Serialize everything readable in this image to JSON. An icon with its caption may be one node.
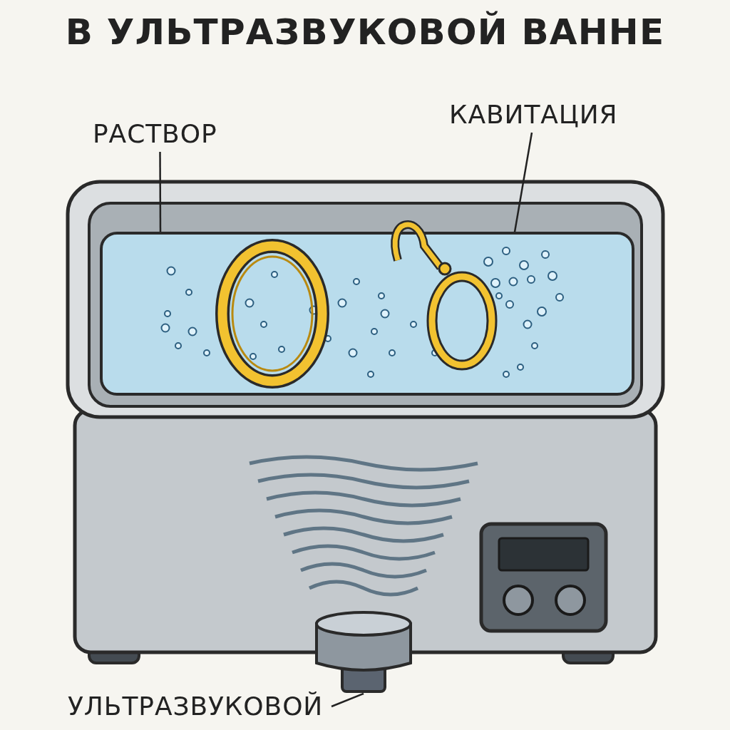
{
  "diagram": {
    "title": "В УЛЬТРАЗВУКОВОЙ ВАННЕ",
    "nodes": [
      {
        "text": [
          "РАСТВОР"
        ]
      },
      {
        "text": [],
        "shape": "picture"
      },
      {
        "text": [
          "КАВИТАЦИЯ"
        ]
      },
      {
        "text": [],
        "shape": "picture",
        "in": 1
      },
      {
        "text": [
          "УЛЬТРАЗВУКОВОЙ"
        ]
      },
      {
        "text": [],
        "shape": "cylinder"
      }
    ],
    "edges": [
      {
        "from": 0,
        "to": 1,
        "arrow": "none"
      },
      {
        "from": 2,
        "to": 3,
        "arrow": "none"
      },
      {
        "from": 4,
        "to": 5,
        "arrow": "none"
      }
    ]
  }
}
